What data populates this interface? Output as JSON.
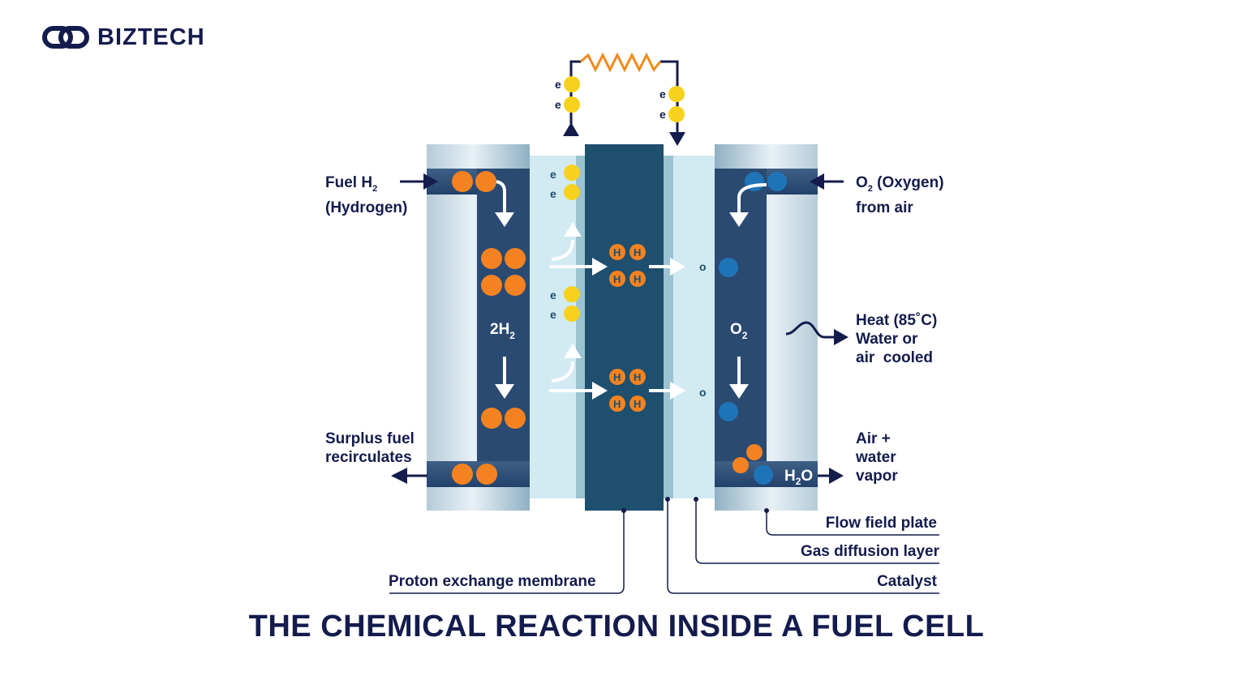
{
  "brand": {
    "name": "BIZTECH"
  },
  "title": "THE CHEMICAL REACTION INSIDE A FUEL CELL",
  "labels": {
    "fuel_in": {
      "line1_prefix": "Fuel H",
      "line1_sub": "2",
      "line2": "(Hydrogen)"
    },
    "oxygen_in": {
      "line1_prefix": "O",
      "line1_sub": "2",
      "line1_suffix": " (Oxygen)",
      "line2": "from air"
    },
    "heat": {
      "line1": "Heat (85˚C)",
      "line2": "Water or",
      "line3": "air  cooled"
    },
    "surplus": {
      "line1": "Surplus fuel",
      "line2": "recirculates"
    },
    "air_out": {
      "line1": "Air +",
      "line2": "water",
      "line3": "vapor"
    },
    "flow_field_plate": "Flow field plate",
    "gas_diffusion_layer": "Gas diffusion layer",
    "catalyst": "Catalyst",
    "proton_exchange_membrane": "Proton exchange membrane"
  },
  "diagram": {
    "electron": "e",
    "hydrogen_atom": "H",
    "oxygen_atom": "o",
    "anode_label": {
      "prefix": "2H",
      "sub": "2"
    },
    "cathode_label": {
      "prefix": "O",
      "sub": "2"
    },
    "water_label": {
      "prefix": "H",
      "sub": "2",
      "suffix": "O"
    }
  },
  "colors": {
    "navy": "#141b4d",
    "membrane": "#1e4f6e",
    "channel": "#2c4f78",
    "plate_light": "#c7dbe5",
    "gas_diffusion": "#d2eaf2",
    "catalyst": "#9cc3d1",
    "hydrogen": "#f58220",
    "electron": "#f6d21e",
    "oxygen": "#1f74b8",
    "resistor": "#f08a1c"
  }
}
